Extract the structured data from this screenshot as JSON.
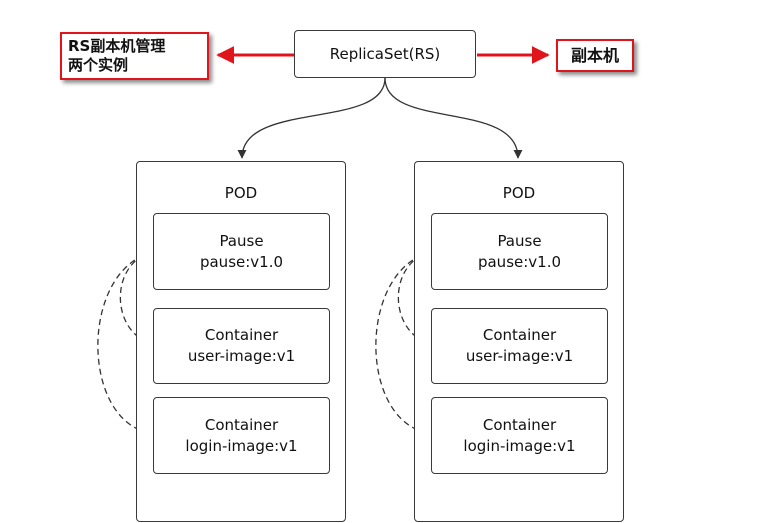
{
  "replicaset": {
    "label": "ReplicaSet(RS)"
  },
  "notes": {
    "left": {
      "line1": "RS副本机管理",
      "line2": "两个实例"
    },
    "right": {
      "label": "副本机"
    }
  },
  "pods": [
    {
      "title": "POD",
      "containers": [
        {
          "name": "Pause",
          "image": "pause:v1.0"
        },
        {
          "name": "Container",
          "image": "user-image:v1"
        },
        {
          "name": "Container",
          "image": "login-image:v1"
        }
      ]
    },
    {
      "title": "POD",
      "containers": [
        {
          "name": "Pause",
          "image": "pause:v1.0"
        },
        {
          "name": "Container",
          "image": "user-image:v1"
        },
        {
          "name": "Container",
          "image": "login-image:v1"
        }
      ]
    }
  ],
  "colors": {
    "annotation_red": "#e0141b",
    "stroke": "#3a3a3a"
  }
}
